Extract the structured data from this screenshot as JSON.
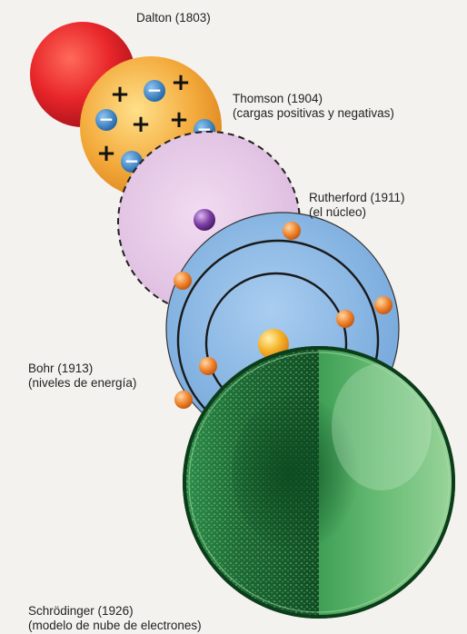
{
  "models": [
    {
      "id": "dalton",
      "title": "Dalton (1803)",
      "subtitle": ""
    },
    {
      "id": "thomson",
      "title": "Thomson (1904)",
      "subtitle": "(cargas positivas y negativas)"
    },
    {
      "id": "rutherford",
      "title": "Rutherford (1911)",
      "subtitle": "(el núcleo)"
    },
    {
      "id": "bohr",
      "title": "Bohr (1913)",
      "subtitle": "(niveles de energía)"
    },
    {
      "id": "schrodinger",
      "title": "Schrödinger (1926)",
      "subtitle": "(modelo de nube de electrones)"
    }
  ],
  "symbols": {
    "positive": "+",
    "negative": "−"
  },
  "colors": {
    "dalton": "#e8262a",
    "thomson": "#f3a93a",
    "thomson_negative": "#2e7fc3",
    "rutherford": "#e6c6e6",
    "rutherford_nucleus": "#7b3ea3",
    "bohr": "#7fb2e3",
    "bohr_nucleus": "#f6b52a",
    "electron": "#f0832c",
    "schrodinger_dark": "#1f7a3a",
    "schrodinger_light": "#6fc27a"
  }
}
